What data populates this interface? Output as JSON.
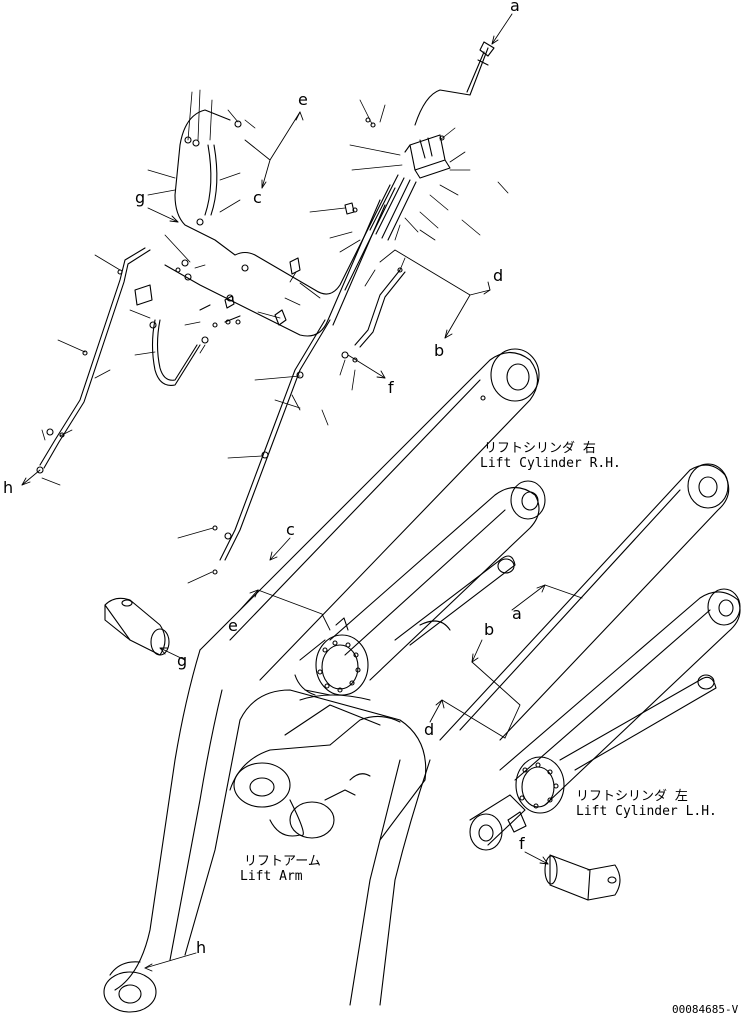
{
  "diagram": {
    "part_number": "00084685-V",
    "callouts": [
      "a",
      "b",
      "c",
      "d",
      "e",
      "f",
      "g",
      "h"
    ],
    "labels": {
      "lift_cylinder_rh_jp": "リフトシリンダ 右",
      "lift_cylinder_rh_en": "Lift Cylinder R.H.",
      "lift_cylinder_lh_jp": "リフトシリンダ 左",
      "lift_cylinder_lh_en": "Lift Cylinder L.H.",
      "lift_arm_jp": "リフトアーム",
      "lift_arm_en": "Lift Arm"
    }
  }
}
